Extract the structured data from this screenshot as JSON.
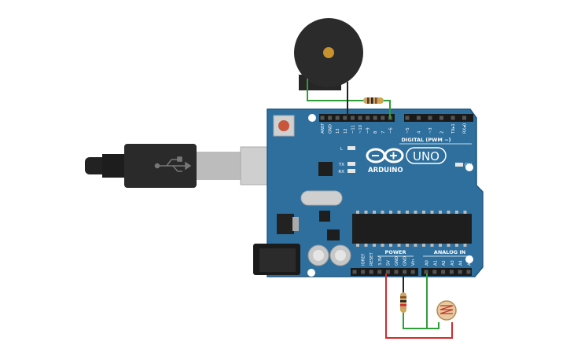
{
  "board": {
    "name": "ARDUINO",
    "model": "UNO",
    "digital_header_label": "DIGITAL (PWM ~)",
    "power_label": "POWER",
    "analog_label": "ANALOG IN",
    "on_label": "ON",
    "led_labels": [
      "L",
      "TX",
      "RX"
    ],
    "digital_pins": [
      "AREF",
      "GND",
      "13",
      "12",
      "~11",
      "~10",
      "~9",
      "8",
      "7",
      "~6",
      "~5",
      "4",
      "~3",
      "2",
      "TX▸1",
      "RX◂0"
    ],
    "power_pins": [
      "IOREF",
      "RESET",
      "3.3V",
      "5V",
      "GND",
      "GND",
      "Vin"
    ],
    "analog_pins": [
      "A0",
      "A1",
      "A2",
      "A3",
      "A4",
      "A5"
    ]
  },
  "components": [
    "usb-cable",
    "piezo-buzzer",
    "resistor",
    "photoresistor"
  ],
  "colors": {
    "board": "#2e6f9e",
    "board_edge": "#1f5580",
    "wire_red": "#d42a2a",
    "wire_black": "#222222",
    "wire_green": "#2f9e3a",
    "buzzer": "#2b2b2b",
    "buzzer_center": "#c8922e"
  }
}
